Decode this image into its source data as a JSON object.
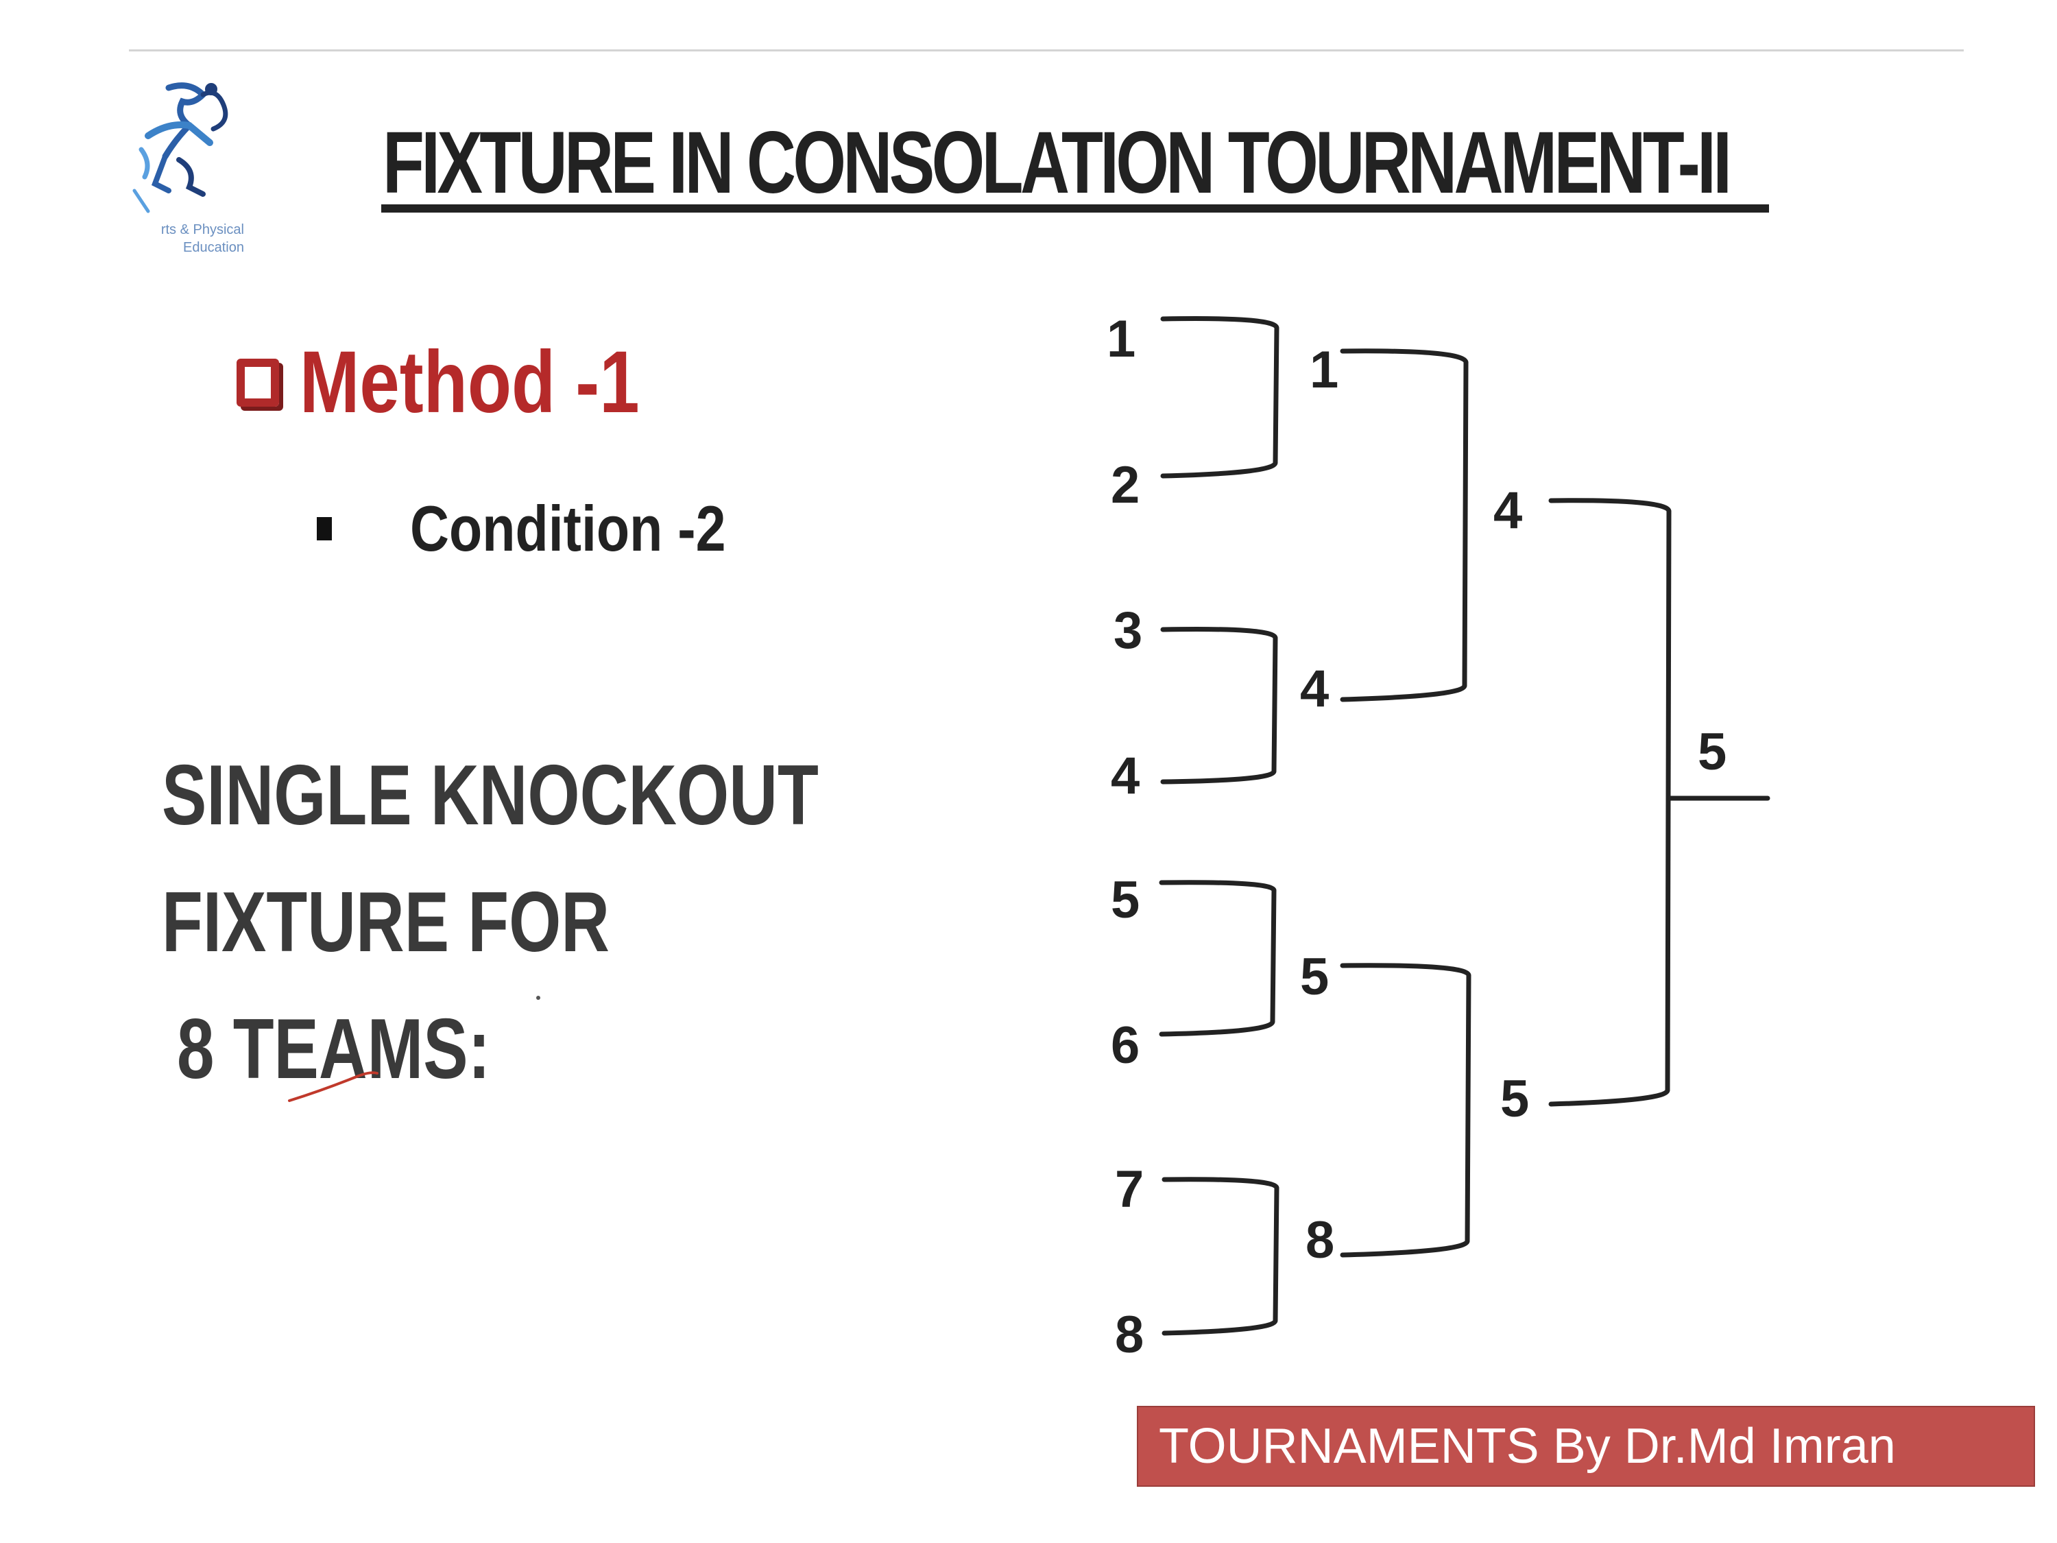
{
  "logo": {
    "icon": "running-figures-icon",
    "caption_line1": "rts & Physical",
    "caption_line2": "Education"
  },
  "title": "FIXTURE IN CONSOLATION TOURNAMENT-II",
  "method": {
    "label": "Method -1",
    "icon": "checkbox-bullet-icon"
  },
  "condition": {
    "label": "Condition -2",
    "icon": "square-bullet-icon"
  },
  "knockout_text": {
    "line1": "SINGLE KNOCKOUT",
    "line2": "FIXTURE FOR",
    "line3": "8 TEAMS:"
  },
  "bracket": {
    "teams": [
      "1",
      "2",
      "3",
      "4",
      "5",
      "6",
      "7",
      "8"
    ],
    "round1_results": [
      "1",
      "4",
      "5",
      "8"
    ],
    "round2_results": [
      "4",
      "5"
    ],
    "final_result": "5"
  },
  "footer": {
    "label": "TOURNAMENTS By Dr.Md Imran"
  },
  "colors": {
    "title": "#222222",
    "method": "#b52a2a",
    "footer_background": "#c0504d",
    "footer_text": "#ffffff"
  }
}
